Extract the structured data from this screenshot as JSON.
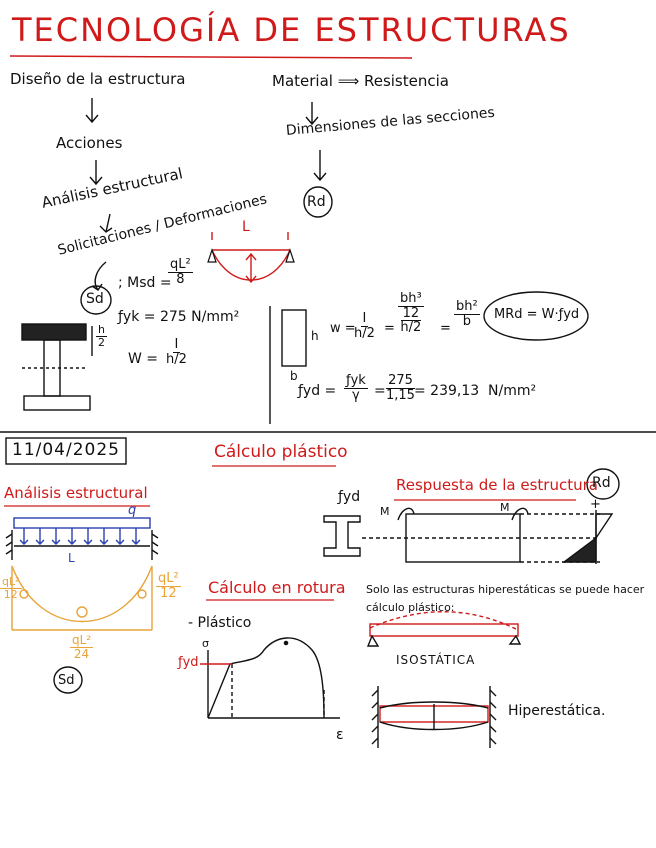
{
  "title": "Tecnología de estructuras",
  "top": {
    "left_flow": [
      "Diseño de la estructura",
      "Acciones",
      "Análisis estructural",
      "Solicitaciones / Deformaciones"
    ],
    "sd_label": "Sd",
    "msd": {
      "prefix": "; Msd =",
      "num": "qL²",
      "den": "8"
    },
    "beam_L": "L",
    "right_flow": [
      "Material ⟹ Resistencia",
      "Dimensiones de las secciones"
    ],
    "rd_label": "Rd",
    "fyk": "ƒyk = 275 N/mm²",
    "h_half": {
      "num": "h",
      "den": "2"
    },
    "W": {
      "prefix": "W =",
      "num": "I",
      "den": "h/2"
    },
    "rect_h": "h",
    "rect_b": "b",
    "w_eq": {
      "prefix": "w =",
      "f1_num": "I",
      "f1_den": "h/2",
      "f2_num": "bh³",
      "f2_mid": "12",
      "f2_den": "h/2",
      "f3_num": "bh²",
      "f3_den": "b"
    },
    "mrd": "MRd = W·ƒyd",
    "fyd_eq": {
      "prefix": "ƒyd =",
      "num": "ƒyk",
      "den": "γ",
      "num2": "275",
      "den2": "1,15",
      "result": "= 239,13",
      "unit": "N/mm²"
    }
  },
  "bottom": {
    "date": "11/04/2025",
    "calc_plastico": "Cálculo plástico",
    "analisis": "Análisis estructural",
    "q": "q",
    "L": "L",
    "m_left": {
      "num": "qL²",
      "den": "12"
    },
    "m_right": {
      "num": "qL²",
      "den": "12"
    },
    "m_mid": {
      "num": "qL²",
      "den": "24"
    },
    "sd": "Sd",
    "fyd_label": "ƒyd",
    "respuesta": "Respuesta de la estructura",
    "rd": "Rd",
    "M1": "M",
    "M2": "M",
    "plus": "+",
    "calc_rotura": "Cálculo en rotura",
    "plastico": "- Plástico",
    "sigma": "σ",
    "epsilon": "ε",
    "fyd_axis": "ƒyd",
    "solo_text": "Solo las estructuras hiperestáticas se puede hacer",
    "solo_text2": "cálculo plástico:",
    "isostatica": "Isostática",
    "hiperestatica": "Hiperestática."
  },
  "colors": {
    "red": "#d01a1a",
    "orange": "#e8a33a",
    "blue": "#2a3fb0",
    "ink": "#111111"
  }
}
